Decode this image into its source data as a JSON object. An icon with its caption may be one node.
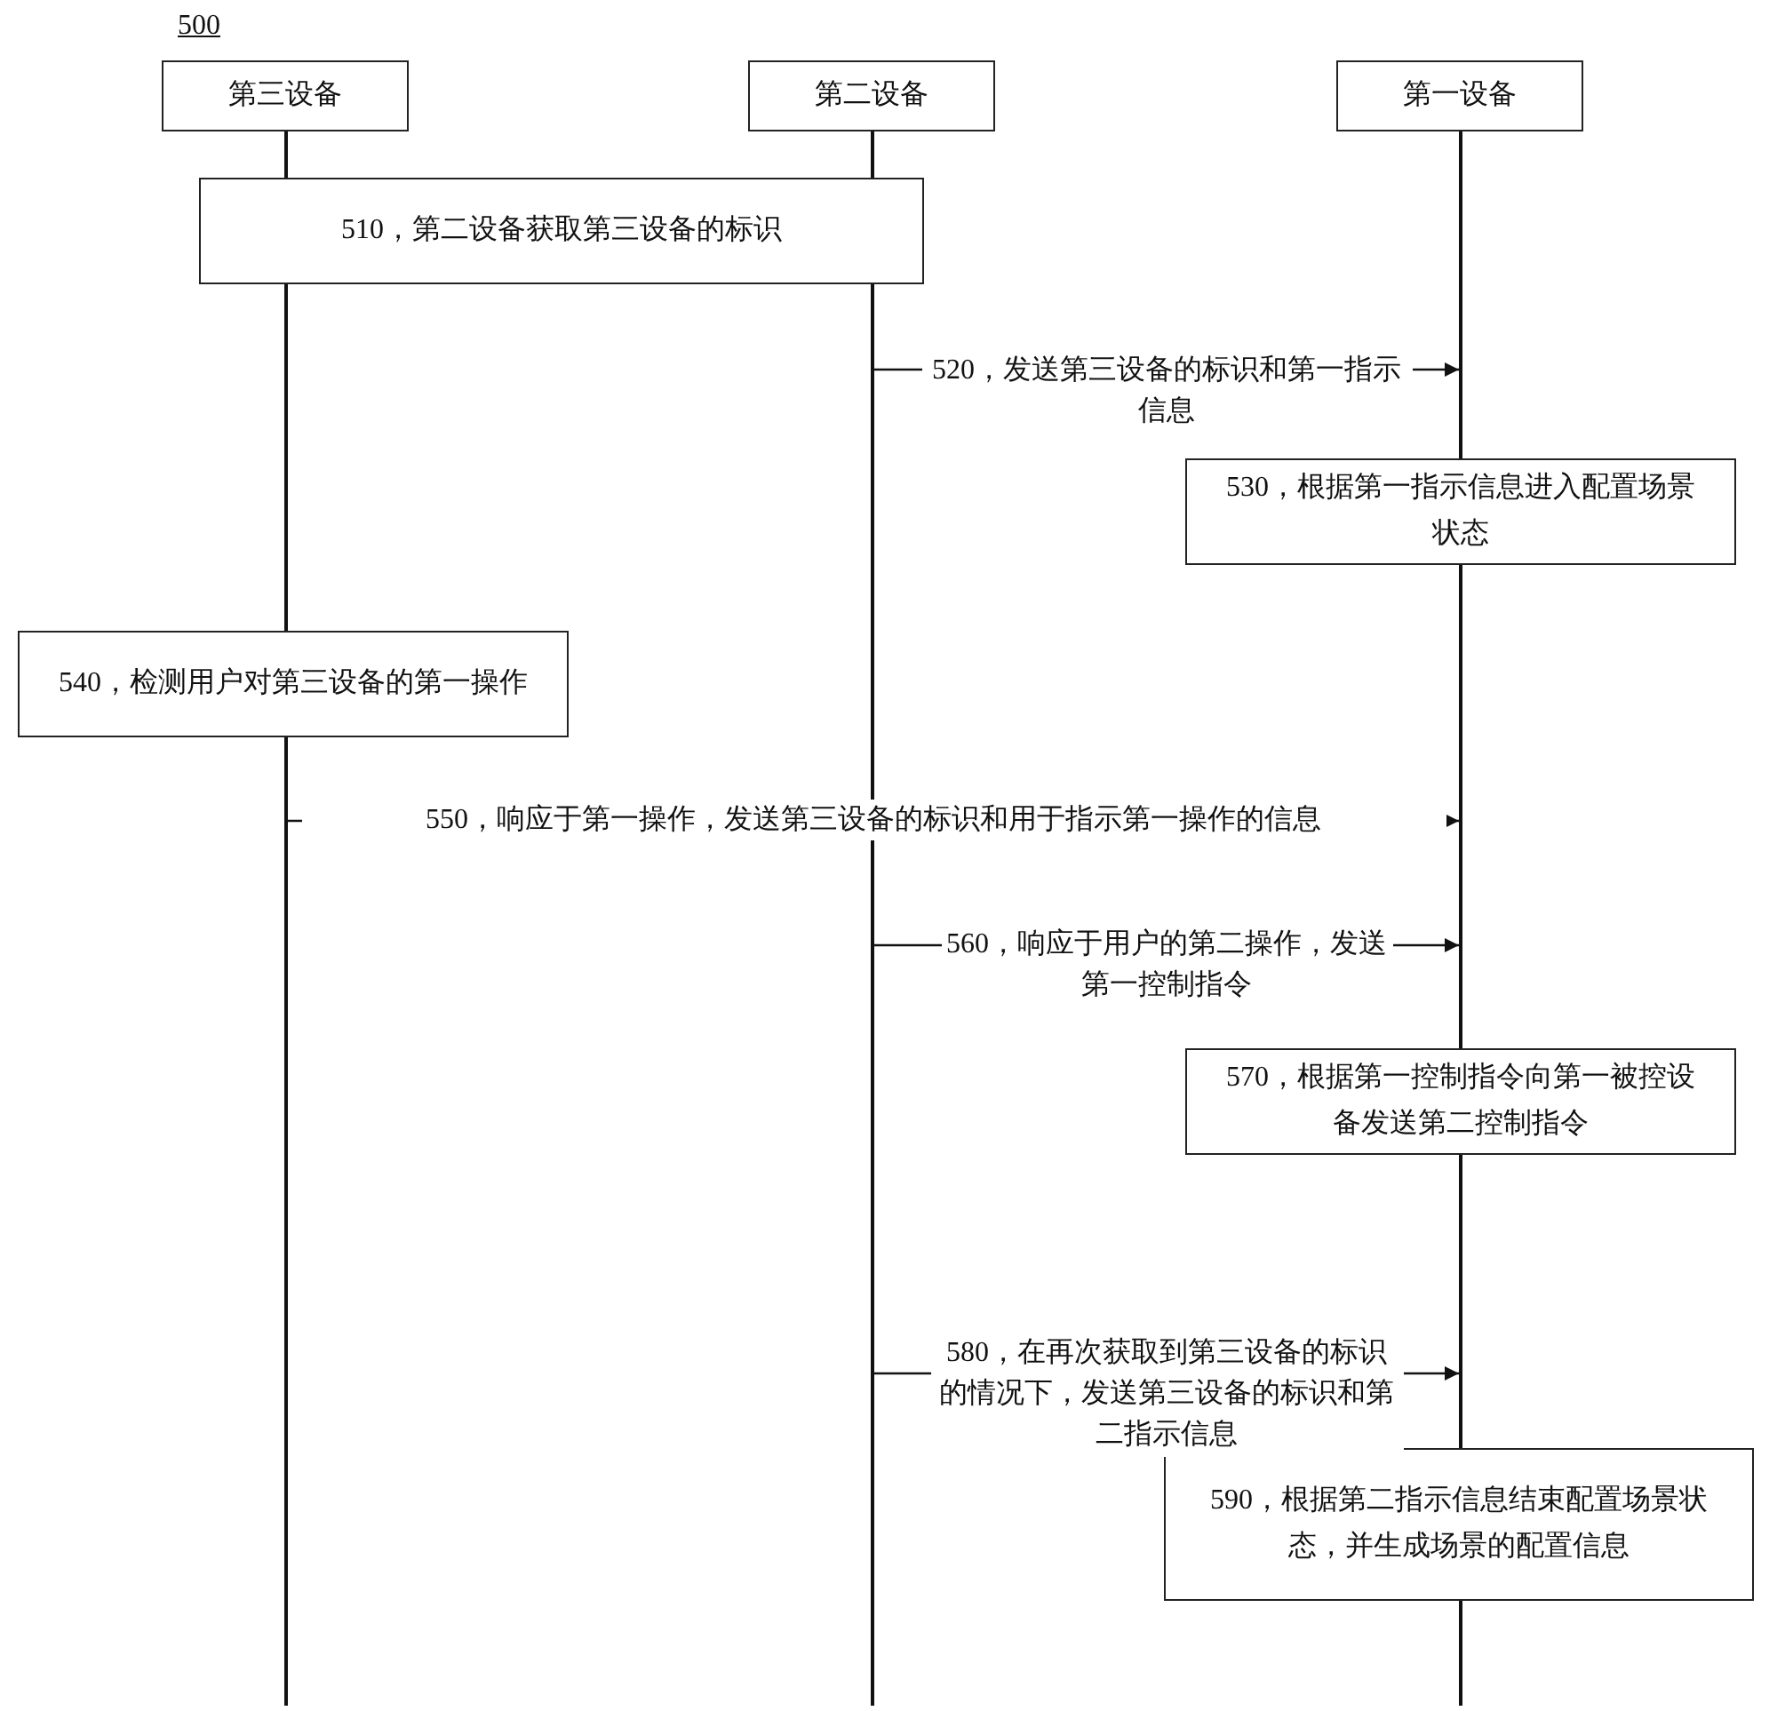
{
  "diagram": {
    "nodes": [
      {
        "text": [
          "第三设备"
        ]
      },
      {
        "text": [
          "第二设备"
        ]
      },
      {
        "text": [
          "第一设备"
        ]
      },
      {
        "text": [
          "510，第二设备获取第三设备的标识"
        ]
      },
      {
        "text": [
          "530，根据第一指示信息进入配置场景状态"
        ]
      },
      {
        "text": [
          "540，检测用户对第三设备的第一操作"
        ]
      },
      {
        "text": [
          "570，根据第一控制指令向第一被控设备发送第二控制指令"
        ]
      },
      {
        "text": [
          "590，根据第二指示信息结束配置场景状态，并生成场景的配置信息"
        ]
      },
      {
        "text": [],
        "shape": "line"
      },
      {
        "text": [],
        "shape": "line"
      },
      {
        "text": [],
        "shape": "line"
      },
      {
        "text": [],
        "shape": "line"
      },
      {
        "text": [],
        "shape": "line"
      },
      {
        "text": [],
        "shape": "line"
      }
    ],
    "edges": [
      {
        "from": 9,
        "to": 10,
        "arrow": "to",
        "label": "520，发送第三设备的标识和第一指示信息"
      },
      {
        "from": 8,
        "to": 11,
        "arrow": "to",
        "label": "550，响应于第一操作，发送第三设备的标识和用于指示第一操作的信息"
      },
      {
        "from": 9,
        "to": 11,
        "arrow": "to",
        "label": "560，响应于用户的第二操作，发送第一控制指令"
      },
      {
        "from": 9,
        "to": 12,
        "arrow": "to",
        "label": "580，在再次获取到第三设备的标识的情况下，发送第三设备的标识和第二指示信息"
      }
    ],
    "labels": [
      "500"
    ]
  }
}
